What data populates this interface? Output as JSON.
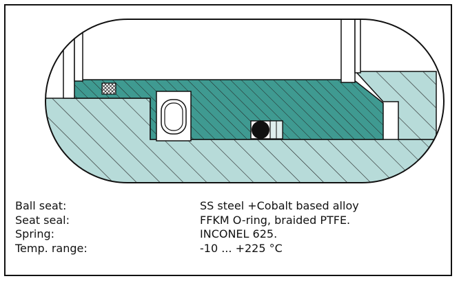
{
  "colors": {
    "body": "#b7dbd9",
    "seat": "#3f9a91",
    "outline": "#111111",
    "hatch": "#222222"
  },
  "specs": [
    {
      "label": "Ball seat:",
      "value": "SS steel +Cobalt based alloy"
    },
    {
      "label": "Seat seal:",
      "value": "FFKM O-ring, braided PTFE."
    },
    {
      "label": "Spring:",
      "value": "INCONEL 625."
    },
    {
      "label": "Temp. range:",
      "value": "-10 ... +225 °C"
    }
  ]
}
